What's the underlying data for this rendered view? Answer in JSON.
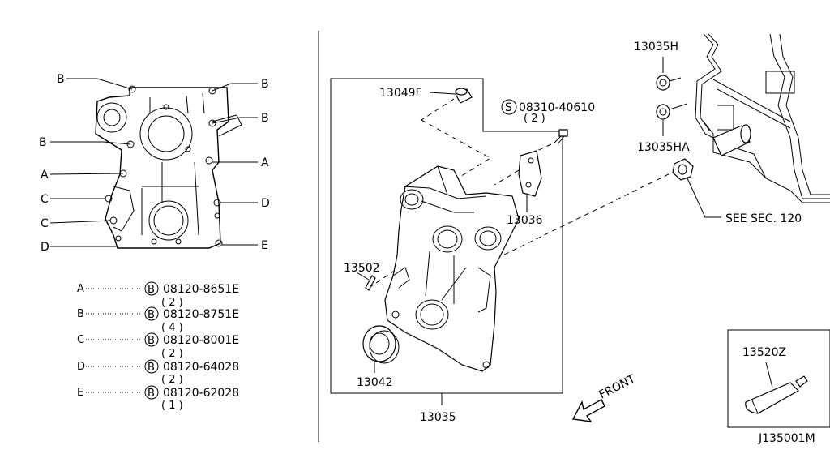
{
  "bolt_map": {
    "left_letters": [
      "B",
      "B",
      "A",
      "C",
      "C",
      "D"
    ],
    "right_letters": [
      "B",
      "B",
      "A",
      "D",
      "E"
    ]
  },
  "bolt_table": [
    {
      "letter": "A",
      "circle": "B",
      "part": "08120-8651E",
      "qty": "( 2 )"
    },
    {
      "letter": "B",
      "circle": "B",
      "part": "08120-8751E",
      "qty": "( 4 )"
    },
    {
      "letter": "C",
      "circle": "B",
      "part": "08120-8001E",
      "qty": "( 2 )"
    },
    {
      "letter": "D",
      "circle": "B",
      "part": "08120-64028",
      "qty": "( 2 )"
    },
    {
      "letter": "E",
      "circle": "B",
      "part": "08120-62028",
      "qty": "( 1 )"
    }
  ],
  "parts": {
    "p13049f": "13049F",
    "p08310_circle": "S",
    "p08310": "08310-40610",
    "p08310_qty": "( 2 )",
    "p13036": "13036",
    "p13502": "13502",
    "p13042": "13042",
    "p13035": "13035",
    "p13035h": "13035H",
    "p13035ha": "13035HA",
    "p13520z": "13520Z"
  },
  "see_sec": "SEE SEC. 120",
  "front": "FRONT",
  "diagram_id": "J135001M"
}
